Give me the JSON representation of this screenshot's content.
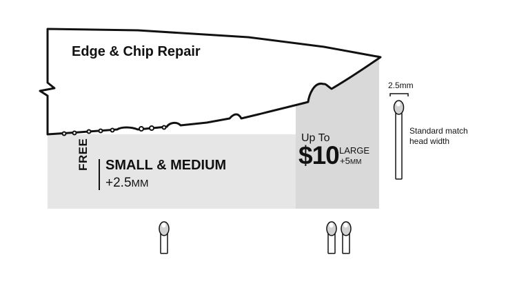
{
  "title": "Edge & Chip Repair",
  "free_tier": {
    "badge": "FREE",
    "name": "SMALL & MEDIUM",
    "size_value": "+2.5",
    "size_unit": "MM"
  },
  "paid_tier": {
    "prefix": "Up To",
    "price": "$10",
    "name": "LARGE",
    "size_value": "+5",
    "size_unit": "MM"
  },
  "reference": {
    "size_label": "2.5mm",
    "description_line1": "Standard match",
    "description_line2": "head width"
  },
  "colors": {
    "free_zone": "#e6e6e6",
    "paid_zone": "#d9d9d9",
    "outline": "#111111",
    "match_head": "#d2d2d2"
  },
  "icons": [
    "knife-blade-icon",
    "match-icon"
  ]
}
